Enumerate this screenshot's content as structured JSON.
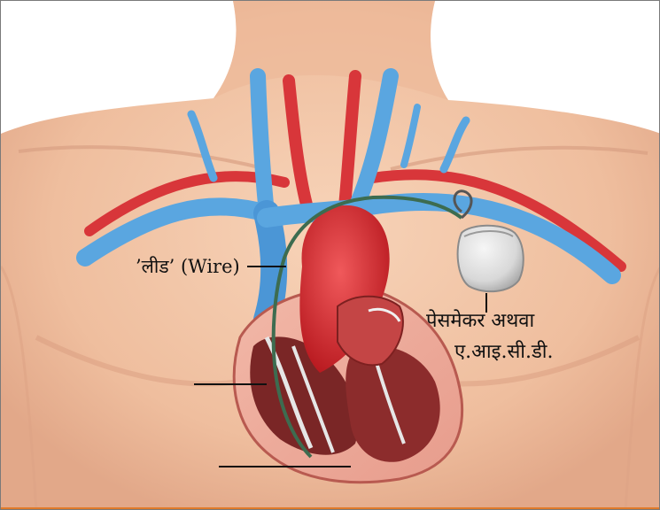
{
  "labels": {
    "lead": "’लीड’ (Wire)",
    "pacemaker_line1": "पेसमेकर अथवा",
    "pacemaker_line2": "ए.आइ.सी.डी."
  },
  "colors": {
    "skin": "#f1c3a4",
    "skin_shadow": "#dea385",
    "vein": "#5aa6e0",
    "artery": "#d8363a",
    "heart_muscle": "#a83a3a",
    "device": "#dcdcdc",
    "bottom_rule": "#e07a2a"
  }
}
